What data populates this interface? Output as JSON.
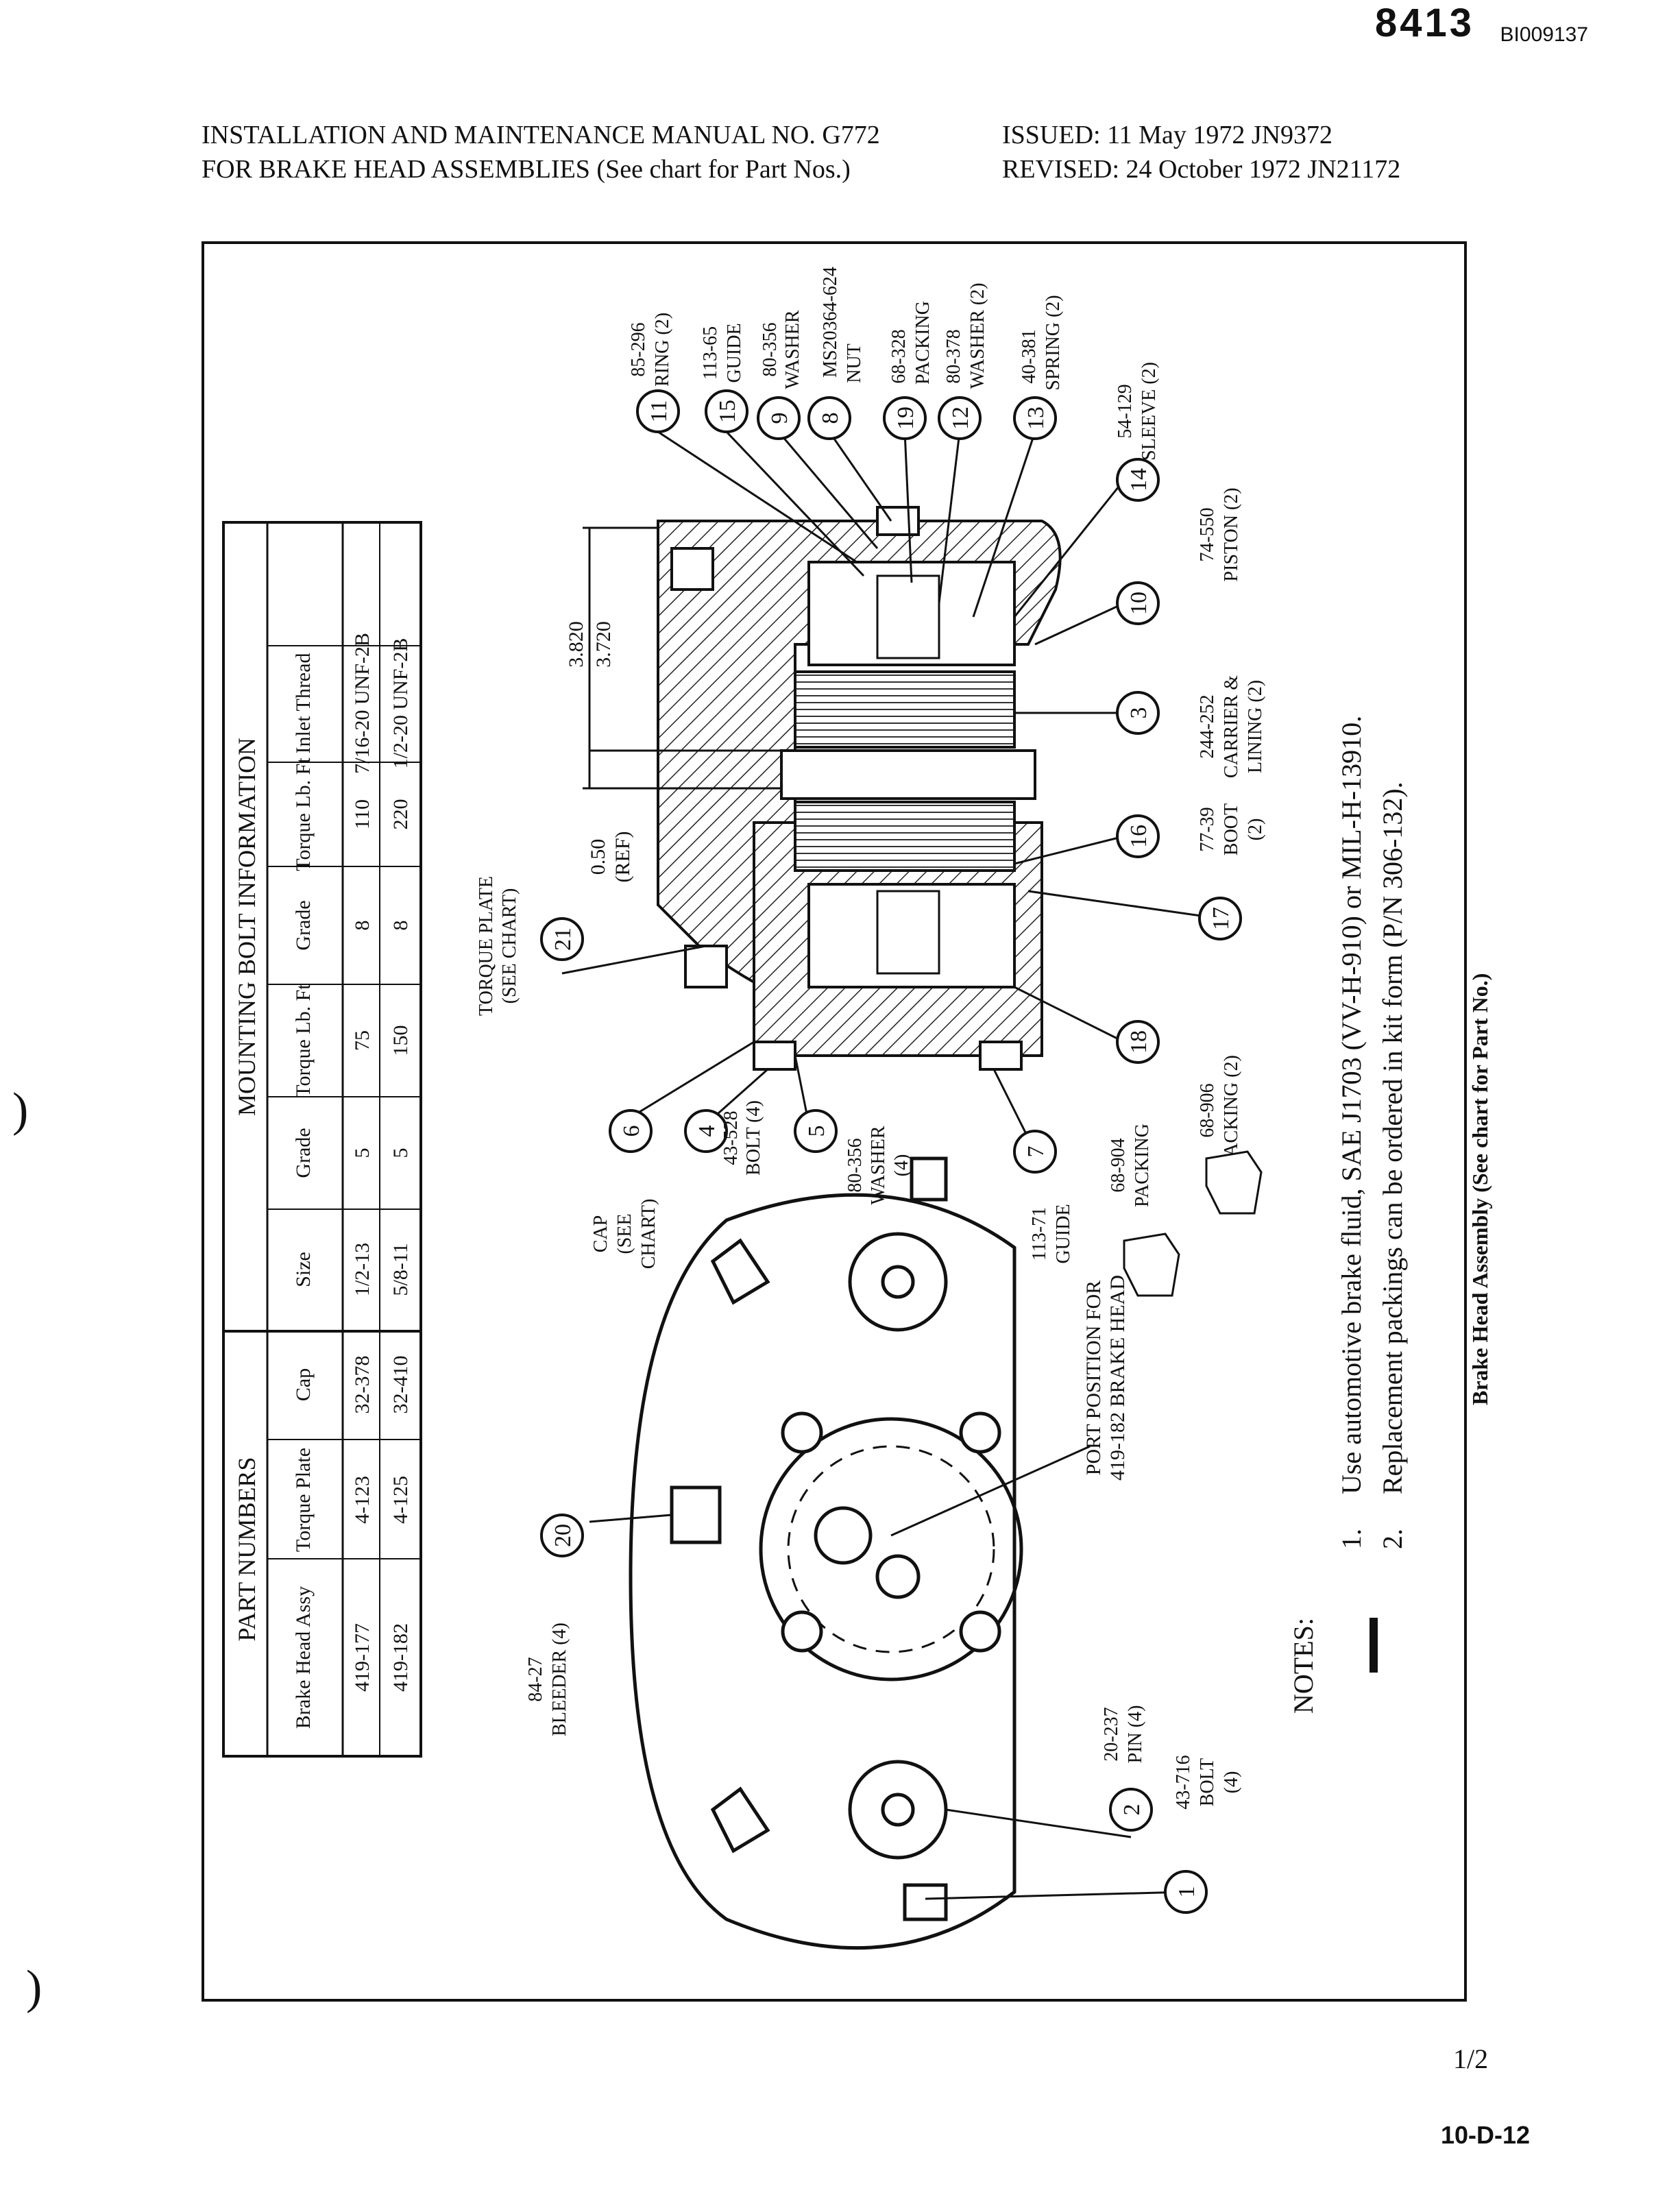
{
  "page": {
    "corner_number": "8413",
    "corner_id": "BI009137",
    "header_left_line1": "INSTALLATION AND MAINTENANCE MANUAL NO. G772",
    "header_left_line2": "FOR BRAKE HEAD ASSEMBLIES (See chart for Part Nos.)",
    "header_right_line1": "ISSUED:  11 May 1972  JN9372",
    "header_right_line2": "REVISED:  24 October 1972  JN21172",
    "page_number": "1/2",
    "page_code": "10-D-12",
    "margin_mark_1": ")",
    "margin_mark_2": ")"
  },
  "figure": {
    "caption": "Brake Head Assembly (See chart for Part No.)",
    "dim_top": "3.820",
    "dim_bottom": "3.720",
    "dim_ref_value": "0.50",
    "dim_ref_label": "(REF)",
    "port_position_line1": "PORT POSITION FOR",
    "port_position_line2": "419-182 BRAKE HEAD",
    "notes_title": "NOTES:",
    "notes": [
      {
        "num": "1.",
        "text": "Use automotive brake fluid, SAE J1703 (VV-H-910) or MIL-H-13910."
      },
      {
        "num": "2.",
        "text": "Replacement packings can be ordered in kit form (P/N 306-132)."
      }
    ],
    "callouts": [
      {
        "num": "11",
        "line1": "85-296",
        "line2": "RING (2)"
      },
      {
        "num": "15",
        "line1": "113-65",
        "line2": "GUIDE"
      },
      {
        "num": "9",
        "line1": "80-356",
        "line2": "WASHER"
      },
      {
        "num": "8",
        "line1": "MS20364-624",
        "line2": "NUT"
      },
      {
        "num": "19",
        "line1": "68-328",
        "line2": "PACKING"
      },
      {
        "num": "12",
        "line1": "80-378",
        "line2": "WASHER (2)"
      },
      {
        "num": "13",
        "line1": "40-381",
        "line2": "SPRING (2)"
      },
      {
        "num": "14",
        "line1": "54-129",
        "line2": "SLEEVE (2)"
      },
      {
        "num": "10",
        "line1": "74-550",
        "line2": "PISTON (2)"
      },
      {
        "num": "3",
        "line1": "244-252",
        "line2": "CARRIER &",
        "line3": "LINING (2)"
      },
      {
        "num": "16",
        "line1": "",
        "line2": ""
      },
      {
        "num": "17",
        "line1": "77-39",
        "line2": "BOOT",
        "line3": "(2)"
      },
      {
        "num": "18",
        "line1": "68-906",
        "line2": "PACKING (2)"
      },
      {
        "num": "21",
        "line1": "TORQUE PLATE",
        "line2": "(SEE CHART)"
      },
      {
        "num": "6",
        "line1": "CAP",
        "line2": "(SEE",
        "line3": "CHART)"
      },
      {
        "num": "4",
        "line1": "43-528",
        "line2": "BOLT (4)"
      },
      {
        "num": "5",
        "line1": "80-356",
        "line2": "WASHER",
        "line3": "(4)"
      },
      {
        "num": "7",
        "line1": "113-71",
        "line2": "GUIDE"
      },
      {
        "num": "20",
        "line1": "84-27",
        "line2": "BLEEDER (4)"
      },
      {
        "num": "2",
        "line1": "20-237",
        "line2": "PIN (4)"
      },
      {
        "num": "1",
        "line1": "43-716",
        "line2": "BOLT",
        "line3": "(4)"
      }
    ],
    "packing_note": "68-904",
    "packing_note_label": "PACKING"
  },
  "table": {
    "group_part_numbers": "PART NUMBERS",
    "group_mounting": "MOUNTING BOLT INFORMATION",
    "columns": [
      "Brake Head Assy",
      "Torque Plate",
      "Cap",
      "Size",
      "Grade",
      "Torque Lb. Ft",
      "Grade",
      "Torque Lb. Ft",
      "Inlet Thread"
    ],
    "rows": [
      [
        "419-177",
        "4-123",
        "32-378",
        "1/2-13",
        "5",
        "75",
        "8",
        "110",
        "7/16-20 UNF-2B"
      ],
      [
        "419-182",
        "4-125",
        "32-410",
        "5/8-11",
        "5",
        "150",
        "8",
        "220",
        "1/2-20 UNF-2B"
      ]
    ]
  }
}
